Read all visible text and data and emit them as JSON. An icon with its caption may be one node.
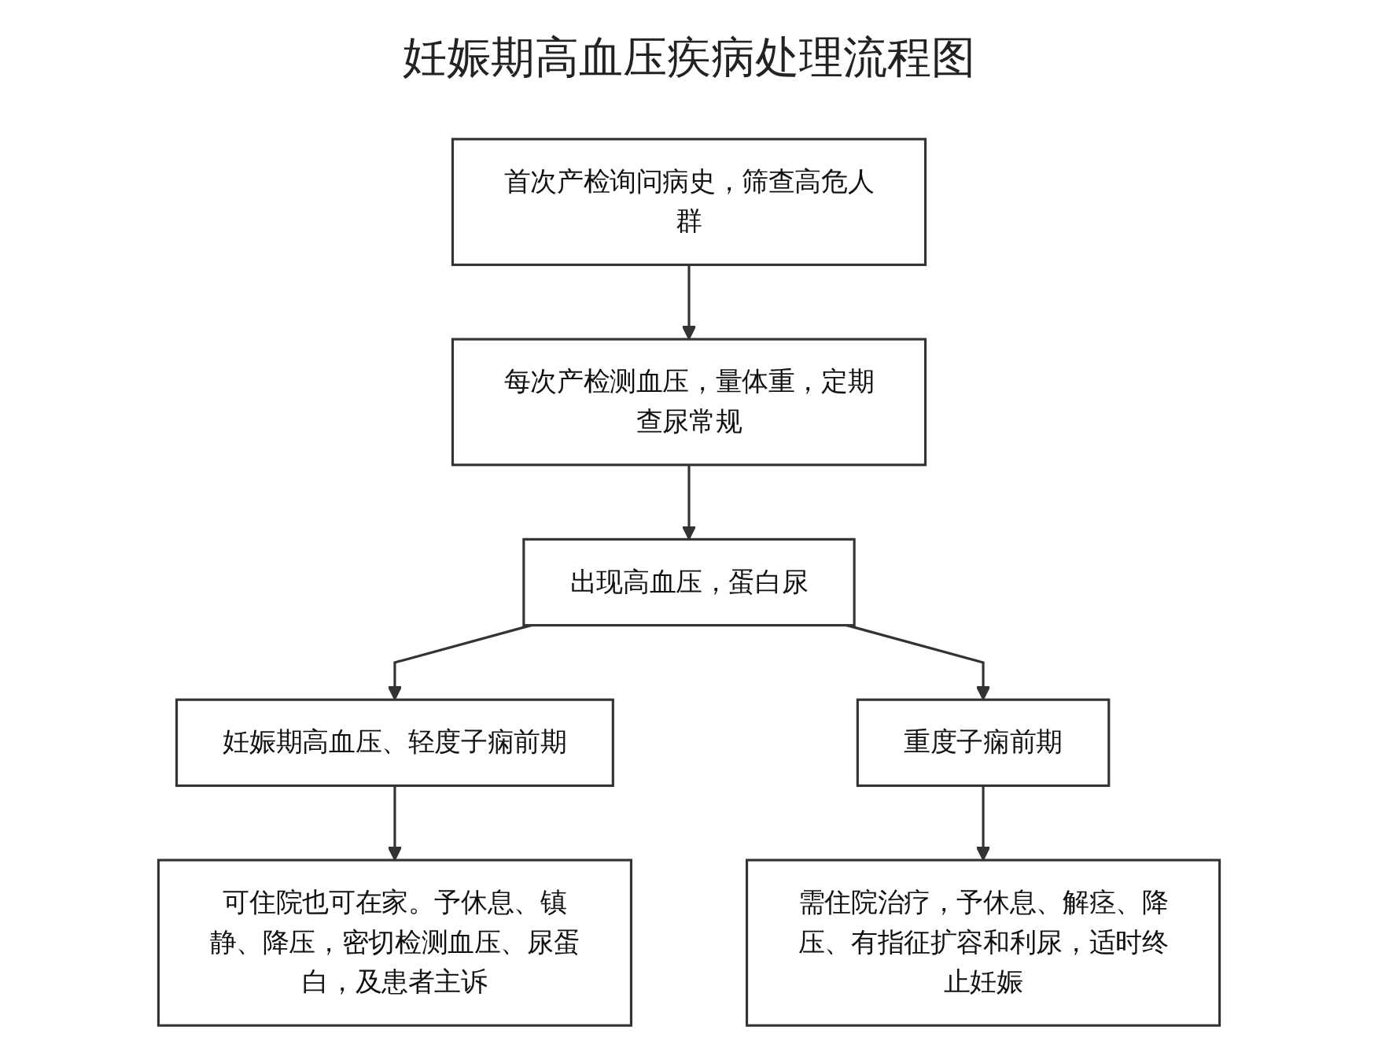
{
  "diagram": {
    "title": "妊娠期高血压疾病处理流程图",
    "nodes": [
      {
        "text": [
          "首次产检询问病史，筛查高危人群"
        ]
      },
      {
        "text": [
          "每次产检测血压，量体重，定期查尿常规"
        ]
      },
      {
        "text": [
          "出现高血压，蛋白尿"
        ]
      },
      {
        "text": [
          "妊娠期高血压、轻度子痫前期"
        ]
      },
      {
        "text": [
          "重度子痫前期"
        ]
      },
      {
        "text": [
          "可住院也可在家。予休息、镇静、降压，密切检测血压、尿蛋白，及患者主诉"
        ]
      },
      {
        "text": [
          "需住院治疗，予休息、解痉、降压、有指征扩容和利尿，适时终止妊娠"
        ]
      }
    ],
    "edges": [
      {
        "from": 0,
        "to": 1,
        "arrow": "to"
      },
      {
        "from": 1,
        "to": 2,
        "arrow": "to"
      },
      {
        "from": 2,
        "to": 3,
        "arrow": "to"
      },
      {
        "from": 2,
        "to": 4,
        "arrow": "to"
      },
      {
        "from": 3,
        "to": 5,
        "arrow": "to"
      },
      {
        "from": 4,
        "to": 6,
        "arrow": "to"
      }
    ]
  }
}
